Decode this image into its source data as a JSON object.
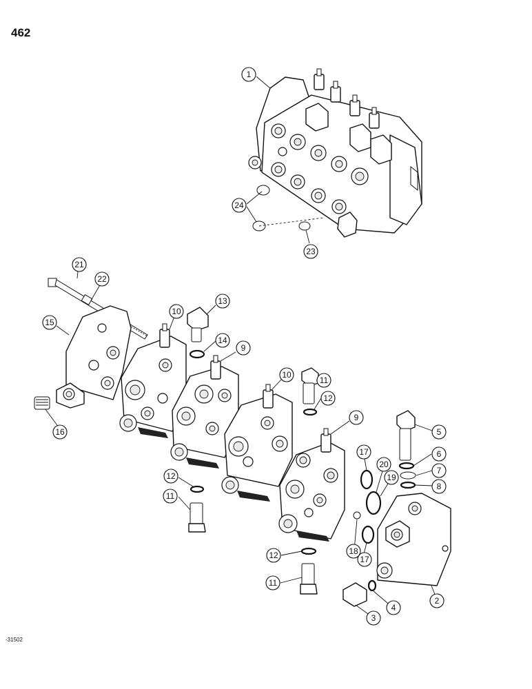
{
  "page": {
    "number": "462",
    "figure_code": "-31502"
  },
  "callouts": [
    {
      "id": "c1",
      "label": "1"
    },
    {
      "id": "c23",
      "label": "23"
    },
    {
      "id": "c24",
      "label": "24"
    },
    {
      "id": "c21",
      "label": "21"
    },
    {
      "id": "c22",
      "label": "22"
    },
    {
      "id": "c15",
      "label": "15"
    },
    {
      "id": "c16",
      "label": "16"
    },
    {
      "id": "c10a",
      "label": "10"
    },
    {
      "id": "c13",
      "label": "13"
    },
    {
      "id": "c14",
      "label": "14"
    },
    {
      "id": "c9a",
      "label": "9"
    },
    {
      "id": "c10b",
      "label": "10"
    },
    {
      "id": "c11a",
      "label": "11"
    },
    {
      "id": "c12a",
      "label": "12"
    },
    {
      "id": "c9b",
      "label": "9"
    },
    {
      "id": "c5",
      "label": "5"
    },
    {
      "id": "c6",
      "label": "6"
    },
    {
      "id": "c7",
      "label": "7"
    },
    {
      "id": "c8",
      "label": "8"
    },
    {
      "id": "c17a",
      "label": "17"
    },
    {
      "id": "c20",
      "label": "20"
    },
    {
      "id": "c19",
      "label": "19"
    },
    {
      "id": "c12b",
      "label": "12"
    },
    {
      "id": "c11b",
      "label": "11"
    },
    {
      "id": "c18",
      "label": "18"
    },
    {
      "id": "c17b",
      "label": "17"
    },
    {
      "id": "c12c",
      "label": "12"
    },
    {
      "id": "c11c",
      "label": "11"
    },
    {
      "id": "c3",
      "label": "3"
    },
    {
      "id": "c4",
      "label": "4"
    },
    {
      "id": "c2",
      "label": "2"
    }
  ]
}
